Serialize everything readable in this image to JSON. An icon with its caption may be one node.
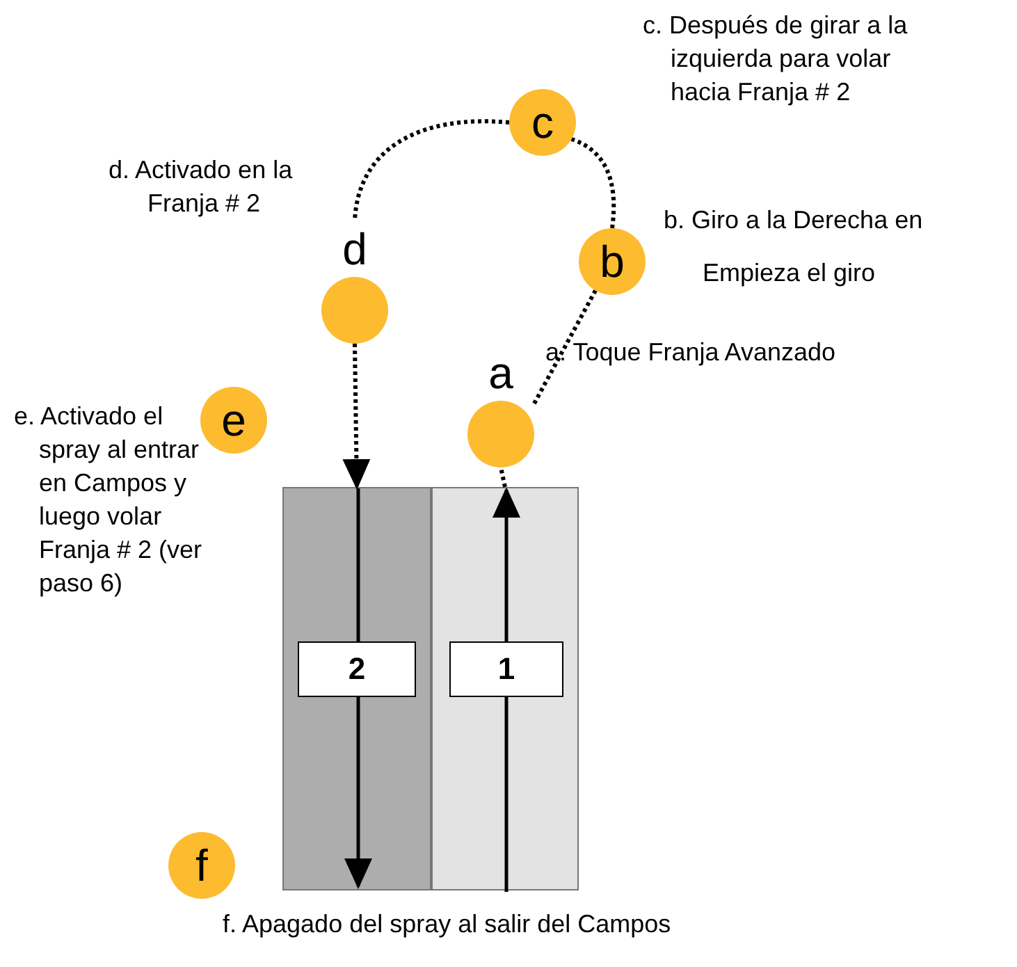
{
  "diagram": {
    "nodes": [
      {
        "text": [],
        "shape": "box"
      },
      {
        "text": [],
        "shape": "box"
      },
      {
        "text": [
          "2"
        ],
        "in": 0
      },
      {
        "text": [
          "1"
        ],
        "in": 1
      },
      {
        "text": [
          "c"
        ],
        "beside": [
          "c. Después de girar a la izquierda para volar hacia Franja # 2"
        ]
      },
      {
        "text": [
          "d"
        ],
        "beside": [
          "d. Activado en la Franja # 2"
        ]
      },
      {
        "text": [
          "b"
        ],
        "beside": [
          "b. Giro a la Derecha en",
          "Empieza el giro"
        ]
      },
      {
        "text": [
          "a"
        ],
        "beside": [
          "a. Toque Franja Avanzado"
        ]
      },
      {
        "text": [
          "e"
        ],
        "beside": [
          "e. Activado el spray al entrar en Campos y luego volar Franja # 2 (ver paso 6)"
        ]
      },
      {
        "text": [
          "f"
        ],
        "beside": [
          "f. Apagado del spray al salir del Campos"
        ]
      }
    ],
    "edges": [
      {
        "from": 1,
        "to": 7,
        "arrow": "none"
      },
      {
        "from": 7,
        "to": 6,
        "arrow": "none"
      },
      {
        "from": 6,
        "to": 4,
        "arrow": "none"
      },
      {
        "from": 4,
        "to": 5,
        "arrow": "none"
      },
      {
        "from": 5,
        "to": 0,
        "arrow": "to"
      }
    ]
  }
}
